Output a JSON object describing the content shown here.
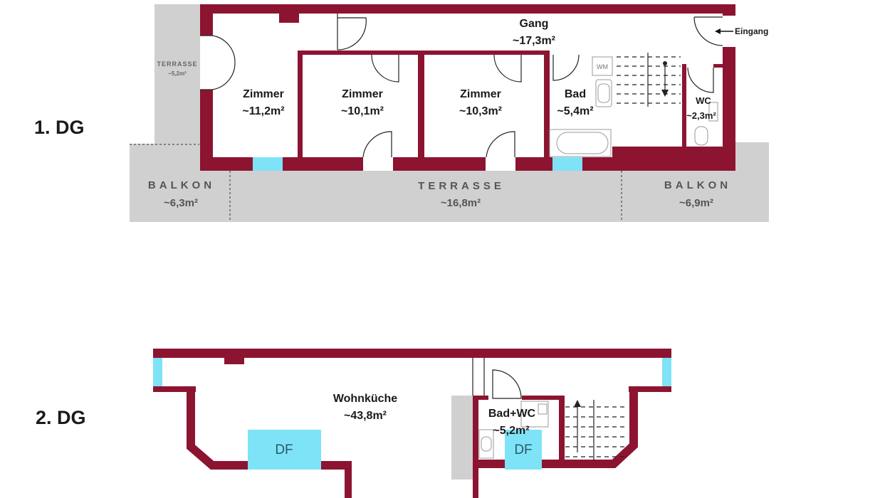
{
  "floors": {
    "dg1": {
      "title": "1. DG",
      "rooms": {
        "gang": {
          "name": "Gang",
          "area": "~17,3m²"
        },
        "zimmer1": {
          "name": "Zimmer",
          "area": "~11,2m²"
        },
        "zimmer2": {
          "name": "Zimmer",
          "area": "~10,1m²"
        },
        "zimmer3": {
          "name": "Zimmer",
          "area": "~10,3m²"
        },
        "bad": {
          "name": "Bad",
          "area": "~5,4m²"
        },
        "wc": {
          "name": "WC",
          "area": "~2,3m²"
        }
      },
      "entrance": "Eingang",
      "washing_machine": "WM",
      "outdoor": {
        "terrasse_small": {
          "name": "TERRASSE",
          "area": "~5,2m²"
        },
        "balkon_left": {
          "name": "BALKON",
          "area": "~6,3m²"
        },
        "terrasse": {
          "name": "TERRASSE",
          "area": "~16,8m²"
        },
        "balkon_right": {
          "name": "BALKON",
          "area": "~6,9m²"
        }
      }
    },
    "dg2": {
      "title": "2. DG",
      "rooms": {
        "wohnkueche": {
          "name": "Wohnküche",
          "area": "~43,8m²"
        },
        "badwc": {
          "name": "Bad+WC",
          "area": "~5,2m²"
        }
      },
      "skylight_left": "DF",
      "skylight_right": "DF"
    }
  },
  "colors": {
    "wall": "#8c1431",
    "outdoor": "#d0d0d0",
    "window": "#7fe3f7"
  }
}
